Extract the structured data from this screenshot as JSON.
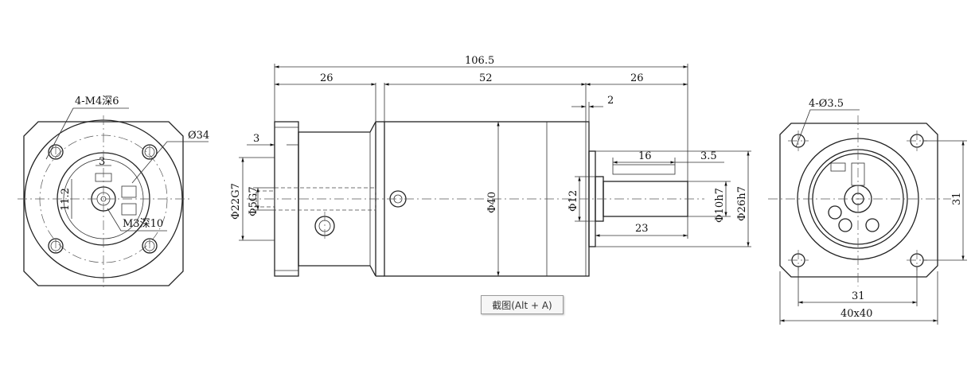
{
  "dimensions": {
    "overall_length": "106.5",
    "flange_length": "26",
    "body_length": "52",
    "shaft_length": "26",
    "shoulder": "2",
    "flange_step": "3",
    "key_length": "16",
    "key_offset": "3.5",
    "shaft_usable": "23",
    "bore_fit": "Φ22G7",
    "input_bore": "Φ5G7",
    "body_diameter": "Φ40",
    "collar_diameter": "Φ12",
    "shaft_diameter": "Φ10h7",
    "spigot_diameter": "Φ26h7",
    "input_threads": "4-M4深6",
    "input_pcd": "Ø34",
    "input_slot": "3",
    "input_slot_height": "11.2",
    "clamp_screw": "M3深10",
    "output_holes": "4-Ø3.5",
    "output_pcd_h": "31",
    "output_pcd_v": "31",
    "output_square": "40x40"
  },
  "tooltip": {
    "label": "截图(Alt + A)"
  }
}
